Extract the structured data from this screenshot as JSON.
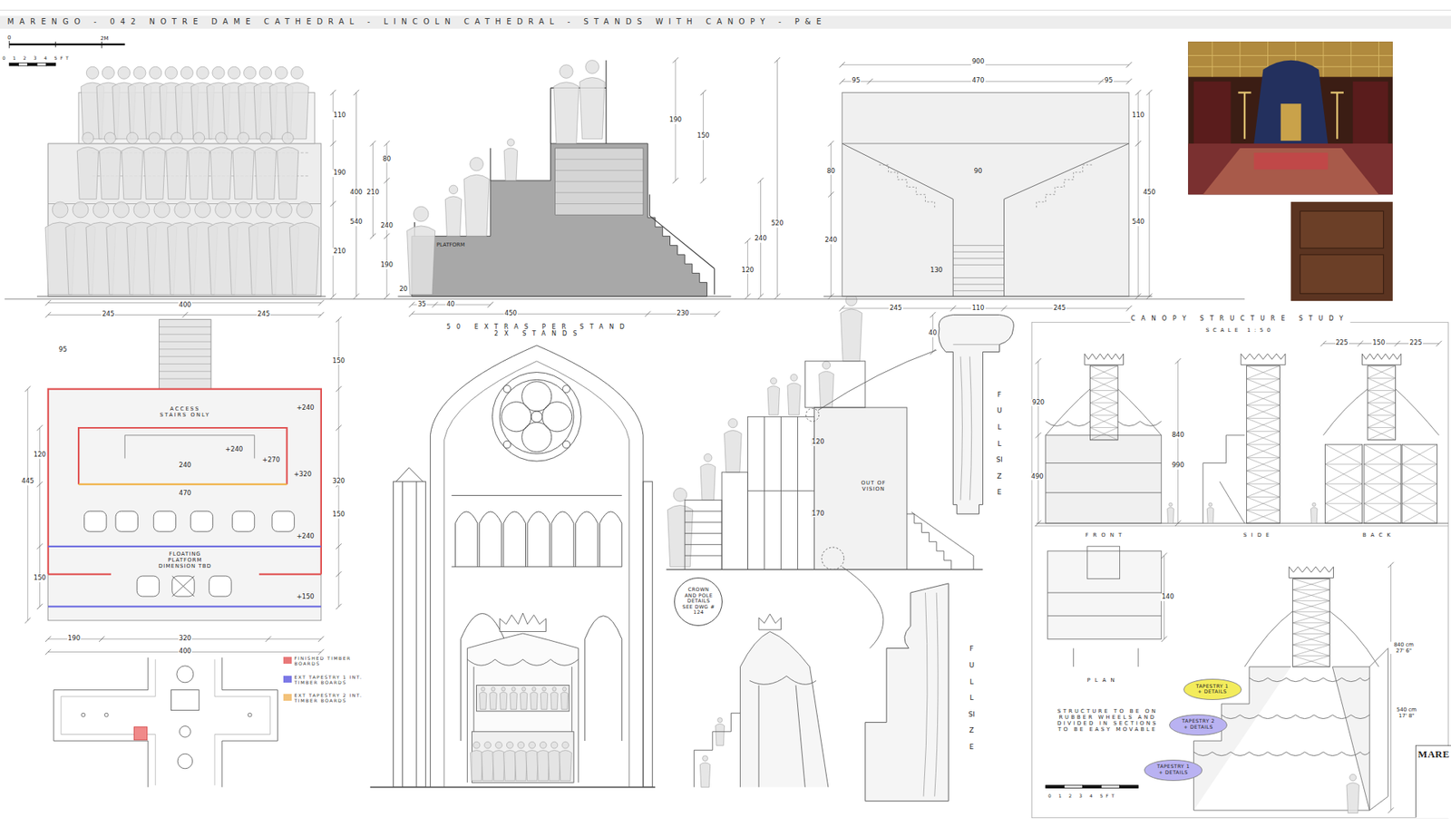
{
  "diagram": {
    "title": "MARENGO - 042 NOTRE DAME CATHEDRAL - LINCOLN CATHEDRAL - STANDS WITH CANOPY - P&E",
    "nodes": [
      {
        "text": [
          "CROWN AND POLE DETAILS SEE DWG # 124"
        ]
      },
      {
        "text": [
          "TAPESTRY 1 + DETAILS"
        ]
      },
      {
        "text": [
          "TAPESTRY 2 + DETAILS"
        ]
      },
      {
        "text": [
          "TAPESTRY 1 + DETAILS"
        ]
      },
      {
        "text": [
          "MARE"
        ]
      }
    ],
    "labels": [
      "0",
      "2M",
      "0 1 2 3 4 5FT",
      "110",
      "190",
      "210",
      "400",
      "540",
      "400",
      "190",
      "150",
      "80",
      "210",
      "240",
      "190",
      "PLATFORM",
      "520",
      "240",
      "120",
      "20",
      "35",
      "40",
      "450",
      "230",
      "900",
      "95",
      "470",
      "95",
      "110",
      "80",
      "240",
      "450",
      "540",
      "90",
      "130",
      "245",
      "110",
      "245",
      "50 EXTRAS PER STAND 2X STANDS",
      "245",
      "245",
      "95",
      "ACCESS STAIRS ONLY",
      "+240",
      "240",
      "+240",
      "+270",
      "+320",
      "470",
      "+240",
      "FLOATING PLATFORM DIMENSION TBD",
      "+150",
      "120",
      "445",
      "150",
      "320",
      "150",
      "150",
      "190",
      "320",
      "400",
      "OUT OF VISION",
      "120",
      "170",
      "40",
      "FULL SIZE",
      "FULL SIZE",
      "CANOPY STRUCTURE STUDY",
      "SCALE 1:50",
      "225",
      "150",
      "225",
      "920",
      "840",
      "990",
      "490",
      "FRONT",
      "SIDE",
      "BACK",
      "140",
      "PLAN",
      "STRUCTURE TO BE ON RUBBER WHEELS AND DIVIDED IN SECTIONS TO BE EASY MOVABLE",
      "840 cm 27' 6\"",
      "540 cm 17' 8\"",
      "0 1 2 3 4 5FT"
    ],
    "legend": [
      {
        "text": "FINISHED TIMBER BOARDS",
        "color": "#e87878"
      },
      {
        "text": "EXT TAPESTRY 1 INT. TIMBER BOARDS",
        "color": "#7b78e6"
      },
      {
        "text": "EXT TAPESTRY 2 INT. TIMBER BOARDS",
        "color": "#f3c27a"
      }
    ]
  }
}
